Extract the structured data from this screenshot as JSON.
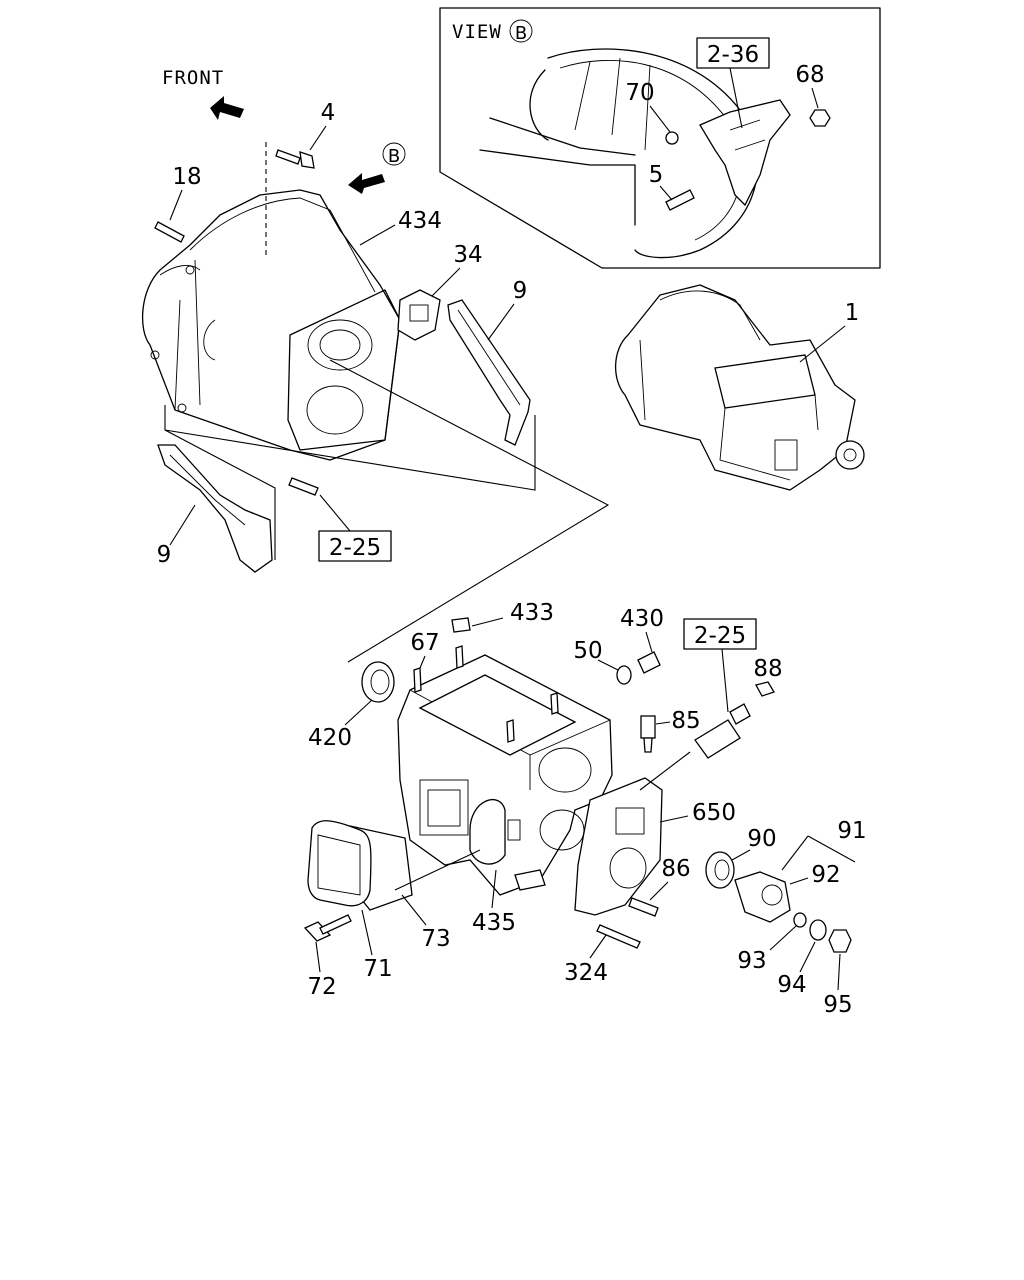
{
  "view_title": "VIEW",
  "view_letter": "B",
  "front_label": "FRONT",
  "view_marker": "B",
  "ref_boxes": {
    "top_right": "2-36",
    "left": "2-25",
    "right": "2-25"
  },
  "parts": {
    "p1": "1",
    "p4": "4",
    "p5": "5",
    "p9a": "9",
    "p9b": "9",
    "p18": "18",
    "p34": "34",
    "p50": "50",
    "p67": "67",
    "p68": "68",
    "p70": "70",
    "p71": "71",
    "p72": "72",
    "p73": "73",
    "p85": "85",
    "p86": "86",
    "p88": "88",
    "p90": "90",
    "p91": "91",
    "p92": "92",
    "p93": "93",
    "p94": "94",
    "p95": "95",
    "p324": "324",
    "p420": "420",
    "p430": "430",
    "p433": "433",
    "p434": "434",
    "p435": "435",
    "p650": "650"
  }
}
